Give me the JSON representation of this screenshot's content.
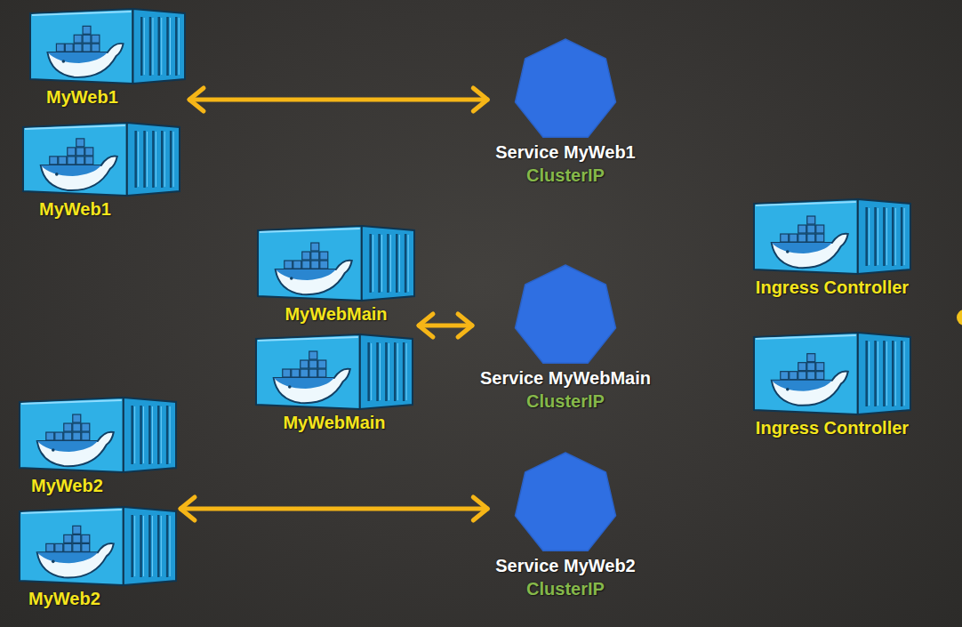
{
  "diagram": {
    "nodes": [
      {
        "text": [
          "MyWeb1"
        ]
      },
      {
        "text": [
          "Service MyWeb1",
          "ClusterIP"
        ]
      },
      {
        "text": [
          "MyWeb1"
        ]
      },
      {
        "text": [
          "Ingress Controller"
        ]
      },
      {
        "text": [
          "MyWebMain"
        ]
      },
      {
        "text": [
          "Service MyWebMain",
          "ClusterIP"
        ]
      },
      {
        "text": [
          "MyWebMain"
        ]
      },
      {
        "text": [
          "Ingress Controller"
        ]
      },
      {
        "text": [
          "MyWeb2"
        ]
      },
      {
        "text": [
          "Service MyWeb2",
          "ClusterIP"
        ]
      },
      {
        "text": [
          "MyWeb2"
        ]
      }
    ],
    "edges": [
      {
        "from": 0,
        "to": 1,
        "arrow": "both"
      },
      {
        "from": 4,
        "to": 5,
        "arrow": "both"
      },
      {
        "from": 10,
        "to": 9,
        "arrow": "both"
      }
    ]
  }
}
